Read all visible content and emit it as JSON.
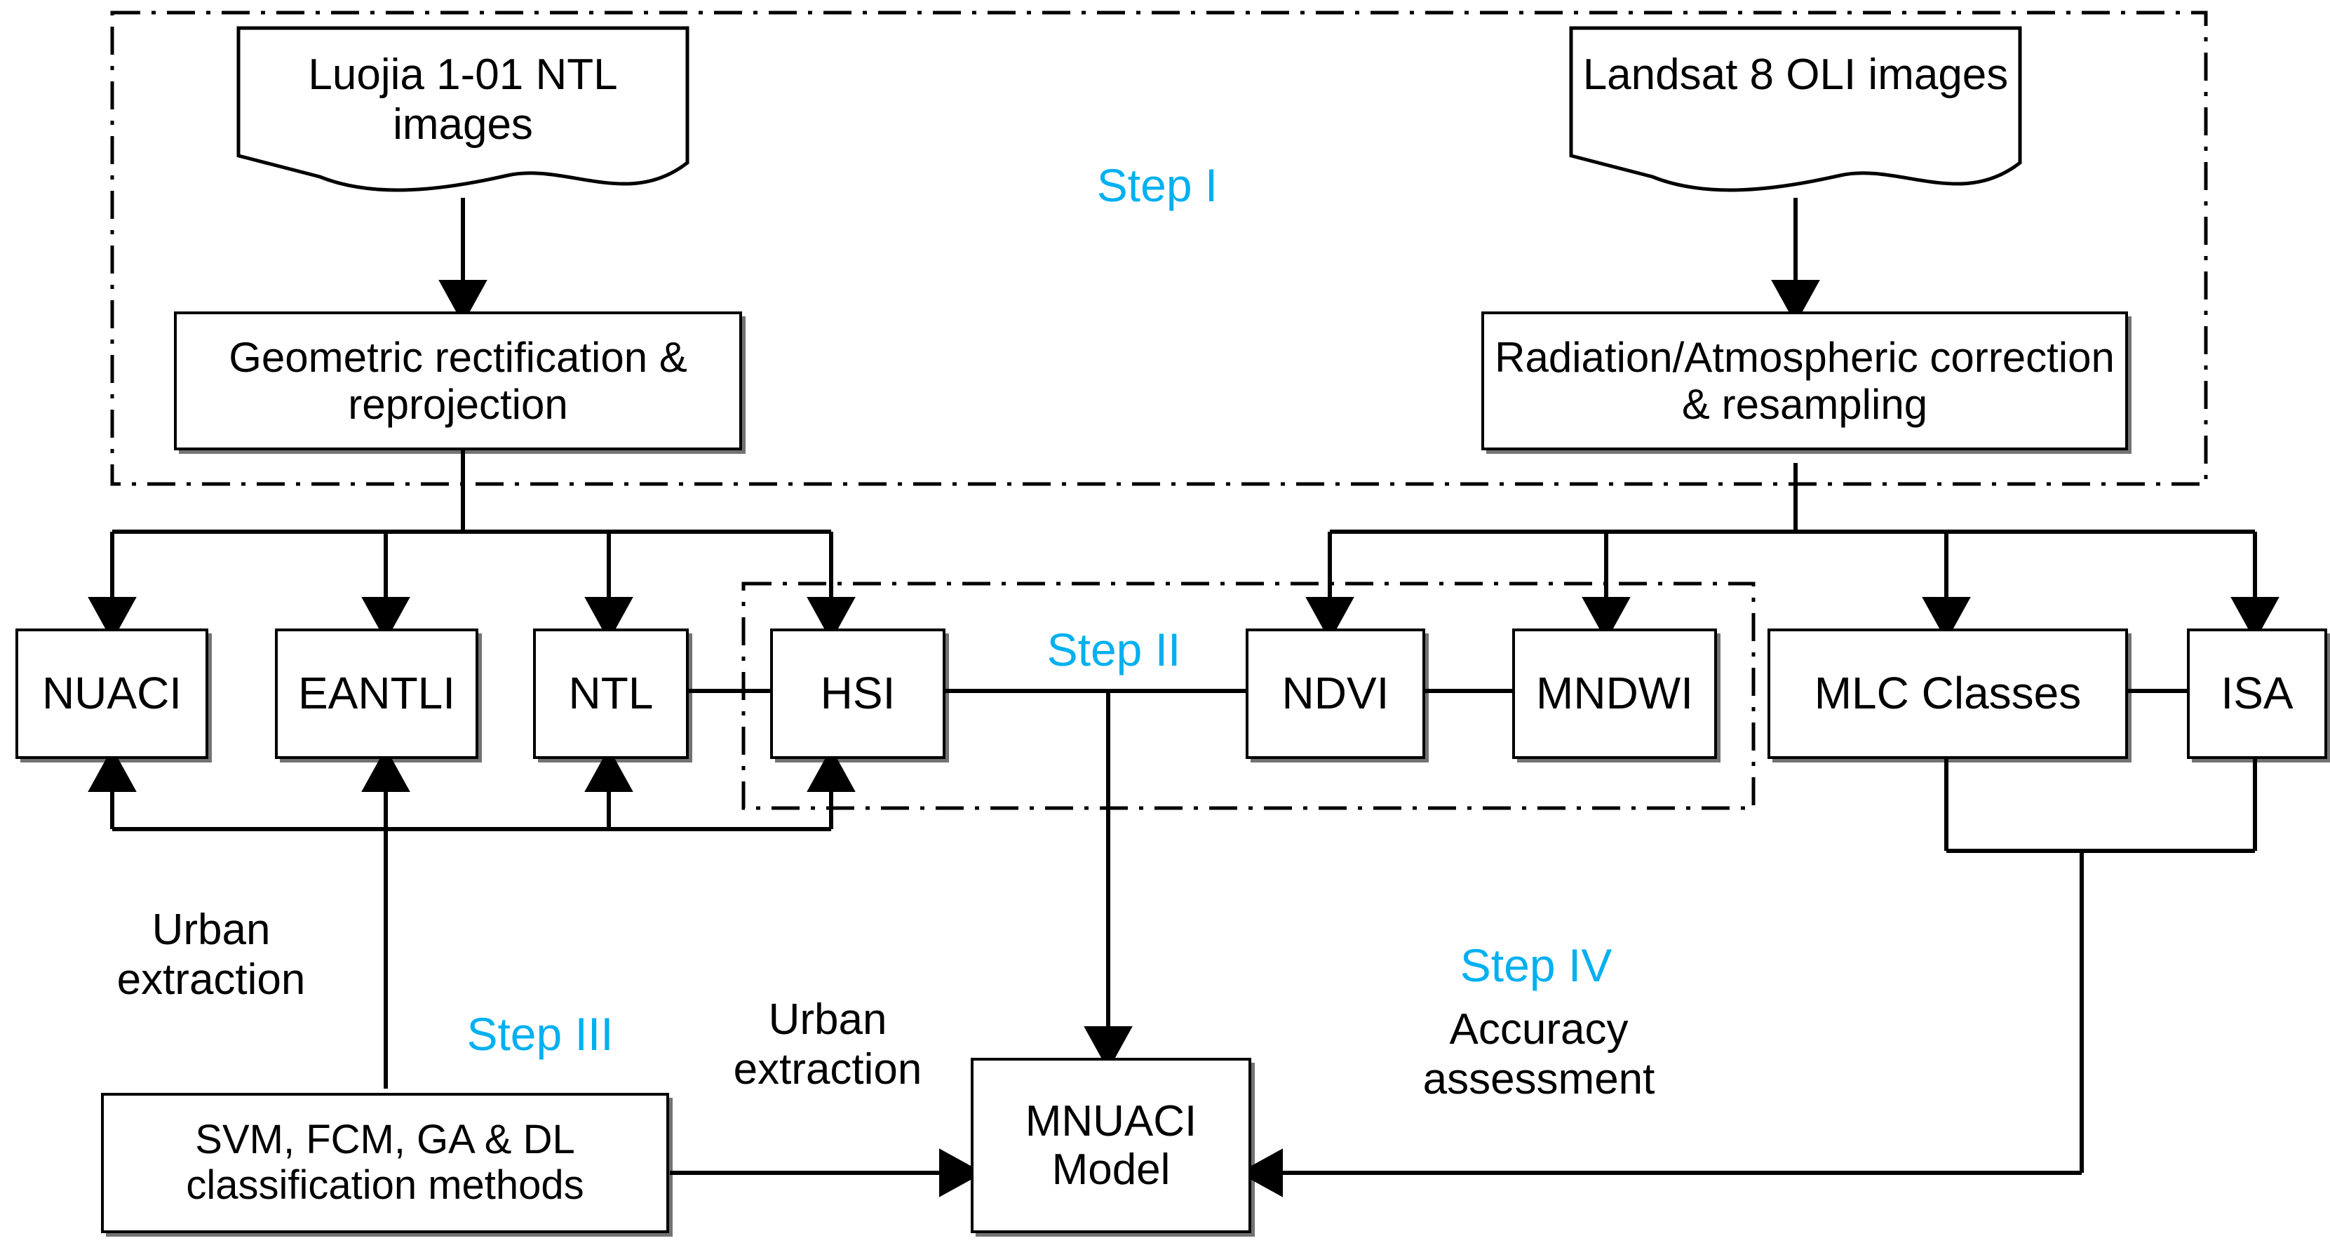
{
  "meta": {
    "title": "MNUACI urban extraction workflow flowchart",
    "accent_color": "#00B0F0",
    "line_color": "#000000",
    "background": "#ffffff"
  },
  "sources": {
    "left": {
      "name": "luojia-source",
      "text": "Luojia 1-01 NTL\nimages"
    },
    "right": {
      "name": "landsat-source",
      "text": "Landsat 8 OLI\nimages"
    }
  },
  "preprocess": {
    "left": {
      "name": "geometric-rectification",
      "text": "Geometric rectification\n& reprojection"
    },
    "right": {
      "name": "radiation-correction",
      "text": "Radiation/Atmospheric\ncorrection & resampling"
    }
  },
  "indices": [
    {
      "id": "nuaci",
      "label": "NUACI"
    },
    {
      "id": "eantli",
      "label": "EANTLI"
    },
    {
      "id": "ntl",
      "label": "NTL"
    },
    {
      "id": "hsi",
      "label": "HSI"
    },
    {
      "id": "ndvi",
      "label": "NDVI"
    },
    {
      "id": "mndwi",
      "label": "MNDWI"
    },
    {
      "id": "mlc",
      "label": "MLC Classes"
    },
    {
      "id": "isa",
      "label": "ISA"
    }
  ],
  "methods": {
    "label": "SVM, FCM, GA & DL\nclassification methods"
  },
  "model": {
    "label": "MNUACI\nModel"
  },
  "steps": {
    "step1": "Step I",
    "step2": "Step II",
    "step3": "Step III",
    "step4": "Step IV"
  },
  "annotations": {
    "urban_extraction_left": "Urban\nextraction",
    "urban_extraction_mid": "Urban\nextraction",
    "accuracy_assessment": "Accuracy\nassessment"
  }
}
